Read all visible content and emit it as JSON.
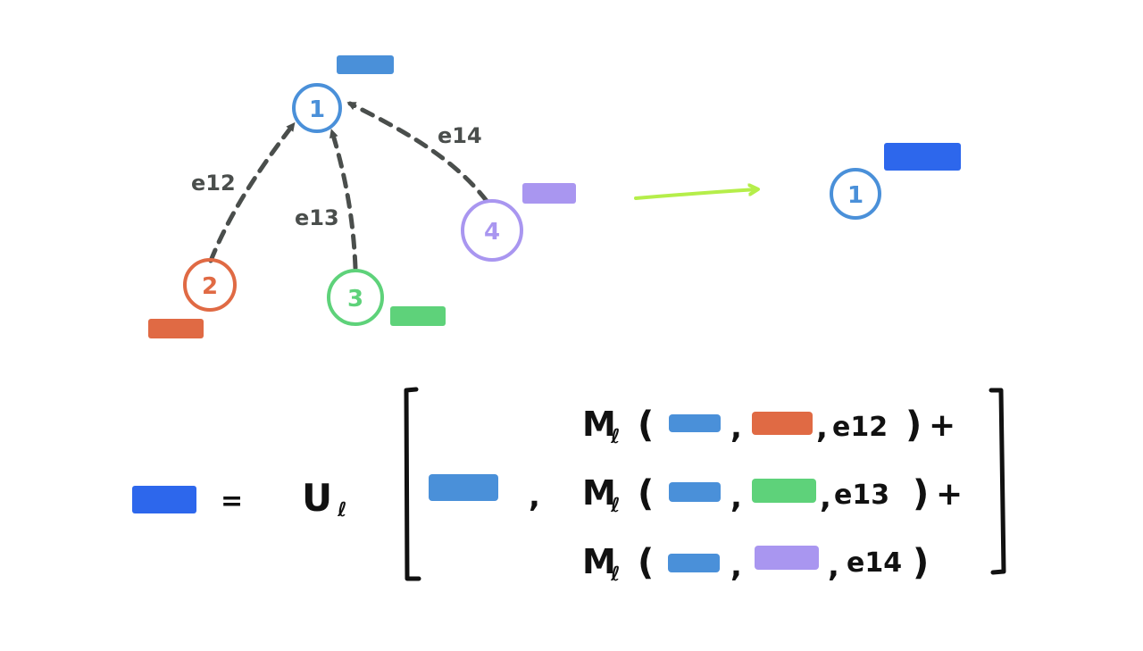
{
  "colors": {
    "node1": "#4a90d9",
    "node2": "#e06a44",
    "node3": "#5ed27a",
    "node4": "#a996f0",
    "updated": "#2d67ec",
    "edge": "#4a4e4c",
    "arrow": "#b5ee4a",
    "ink": "#111111"
  },
  "graph": {
    "nodes": [
      {
        "id": "node-1",
        "label": "1"
      },
      {
        "id": "node-2",
        "label": "2"
      },
      {
        "id": "node-3",
        "label": "3"
      },
      {
        "id": "node-4",
        "label": "4"
      }
    ],
    "edges": [
      {
        "from": "2",
        "to": "1",
        "label": "e12"
      },
      {
        "from": "3",
        "to": "1",
        "label": "e13"
      },
      {
        "from": "4",
        "to": "1",
        "label": "e14"
      }
    ]
  },
  "result": {
    "node_label": "1"
  },
  "equation": {
    "equals": "=",
    "update_fn": "U",
    "update_sub": "ℓ",
    "comma": ",",
    "message_fn": "M",
    "message_sub": "ℓ",
    "rows": [
      {
        "open": "(",
        "sep1": ",",
        "sep2": ",",
        "edge": "e12",
        "close": ")",
        "plus": "+"
      },
      {
        "open": "(",
        "sep1": ",",
        "sep2": ",",
        "edge": "e13",
        "close": ")",
        "plus": "+"
      },
      {
        "open": "(",
        "sep1": ",",
        "sep2": ",",
        "edge": "e14",
        "close": ")",
        "plus": ""
      }
    ]
  }
}
